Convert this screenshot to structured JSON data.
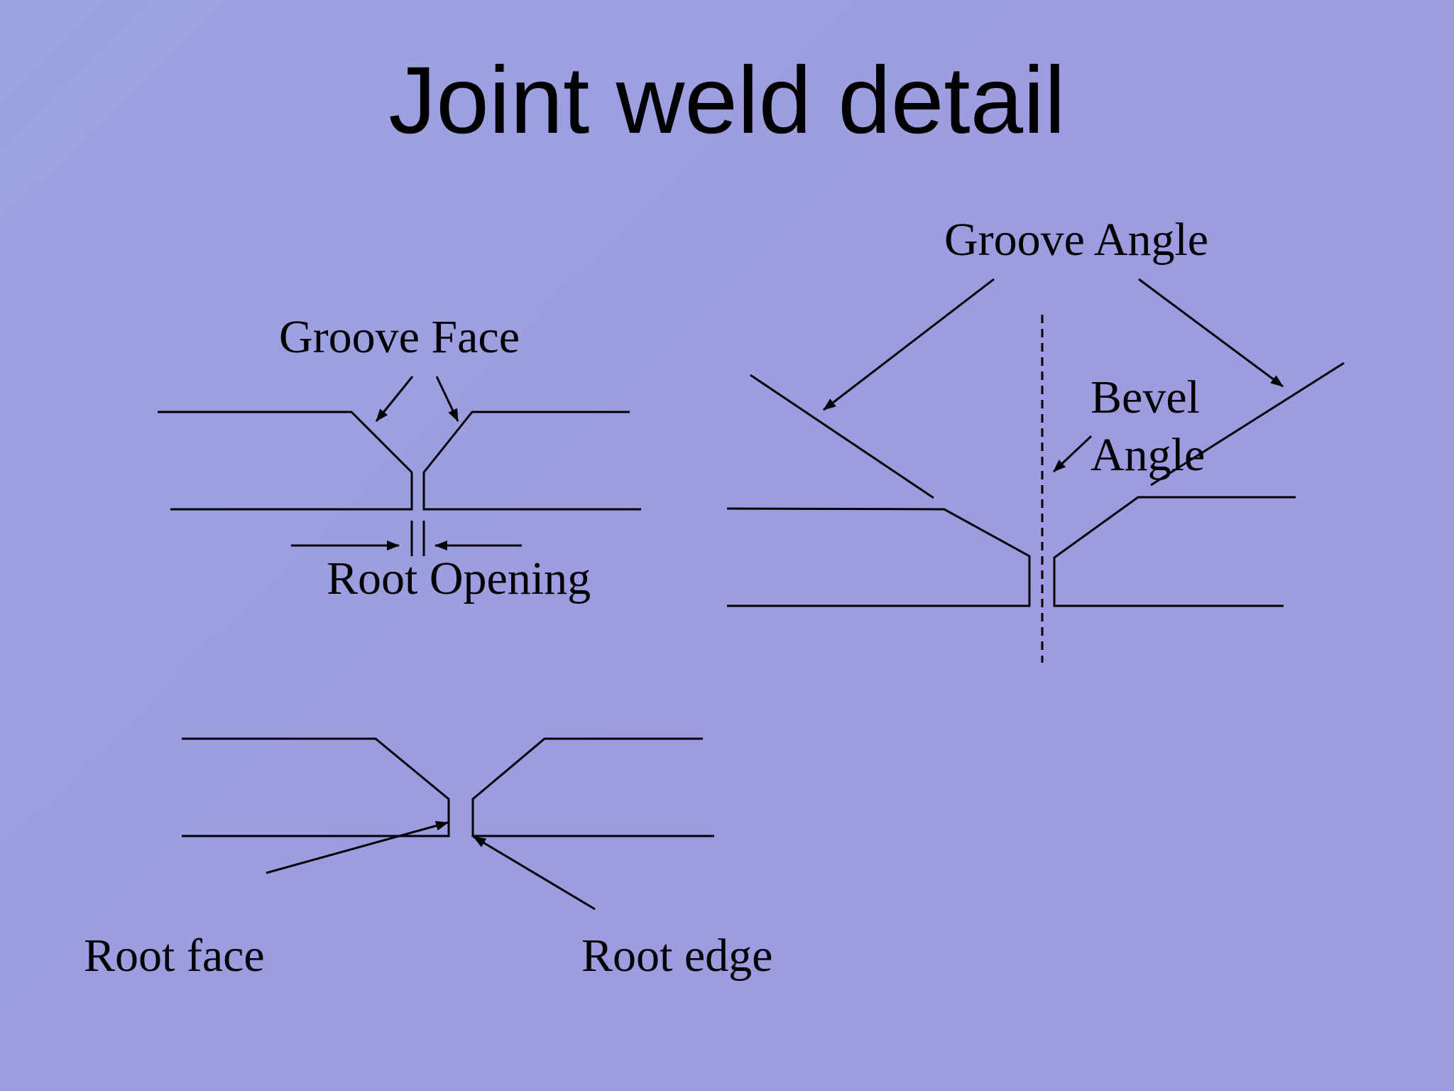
{
  "slide": {
    "title": "Joint weld detail",
    "background_color": "#9d9edf"
  },
  "diagram_1": {
    "groove_face_label": "Groove Face",
    "root_opening_label": "Root Opening"
  },
  "diagram_2": {
    "groove_angle_label": "Groove Angle",
    "bevel_label_line1": "Bevel",
    "bevel_label_line2": "Angle"
  },
  "diagram_3": {
    "root_face_label": "Root face",
    "root_edge_label": "Root edge"
  }
}
